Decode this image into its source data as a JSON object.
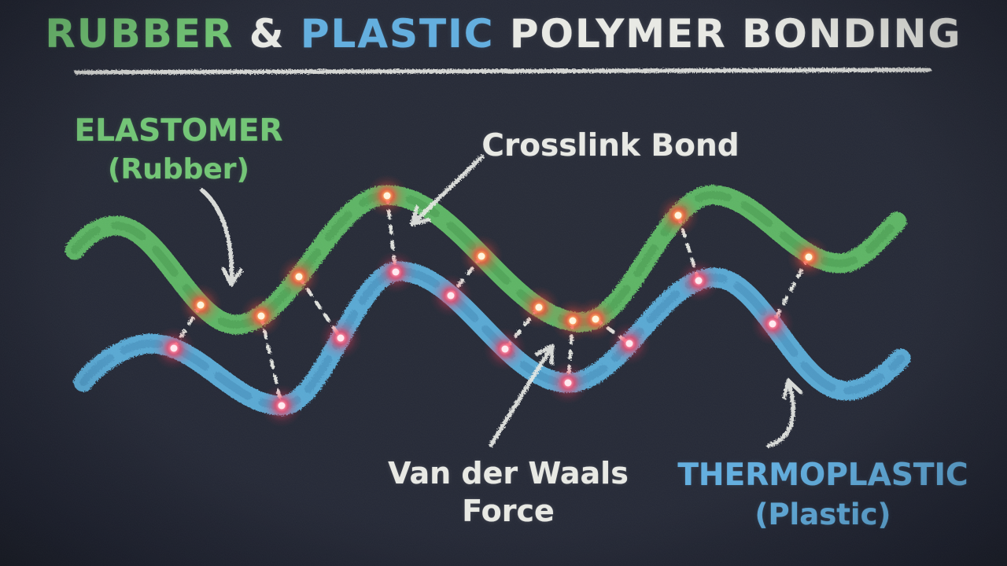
{
  "title": {
    "segments": [
      {
        "text": "RUBBER",
        "color_key": "green_text"
      },
      {
        "text": " & ",
        "color_key": "chalk"
      },
      {
        "text": "PLASTIC",
        "color_key": "blue_text"
      },
      {
        "text": " POLYMER BONDING",
        "color_key": "chalk"
      }
    ]
  },
  "labels": {
    "elastomer": {
      "title": "ELASTOMER",
      "subtitle": "(Rubber)"
    },
    "crosslink_bond": {
      "text": "Crosslink Bond"
    },
    "van_der_waals": {
      "line1": "Van der Waals",
      "line2": "Force"
    },
    "thermoplastic": {
      "title": "THERMOPLASTIC",
      "subtitle": "(Plastic)"
    }
  },
  "colors": {
    "background": "#242834",
    "board_edge": "#181c25",
    "chalk": "#e8e9e4",
    "green": "#5eb964",
    "green_dark": "#2f7d3c",
    "green_text": "#74c677",
    "blue": "#5badd9",
    "blue_dark": "#2e6f9e",
    "blue_text": "#64afdf",
    "glow_core": "#fff4dd",
    "glow_warm": "#ffa95e",
    "glow_warm_outer": "#ff4936",
    "glow_pink_core": "#ffe9ef",
    "glow_pink": "#ff8ba4",
    "glow_pink_outer": "#ff3355"
  },
  "diagram": {
    "chains": [
      {
        "id": "elastomer-chain",
        "material": "Rubber",
        "color_key": "green"
      },
      {
        "id": "thermoplastic-chain",
        "material": "Plastic",
        "color_key": "blue"
      }
    ],
    "bonds": [
      {
        "green": [
          255,
          388
        ],
        "blue": [
          221,
          443
        ]
      },
      {
        "green": [
          332,
          402
        ],
        "blue": [
          358,
          516
        ]
      },
      {
        "green": [
          380,
          352
        ],
        "blue": [
          433,
          430
        ]
      },
      {
        "green": [
          492,
          249
        ],
        "blue": [
          503,
          346
        ]
      },
      {
        "green": [
          612,
          326
        ],
        "blue": [
          573,
          376
        ]
      },
      {
        "green": [
          685,
          391
        ],
        "blue": [
          642,
          444
        ]
      },
      {
        "green": [
          728,
          408
        ],
        "blue": [
          722,
          487
        ]
      },
      {
        "green": [
          757,
          406
        ],
        "blue": [
          800,
          437
        ]
      },
      {
        "green": [
          862,
          274
        ],
        "blue": [
          888,
          357
        ]
      },
      {
        "green": [
          1028,
          327
        ],
        "blue": [
          982,
          412
        ]
      }
    ]
  }
}
